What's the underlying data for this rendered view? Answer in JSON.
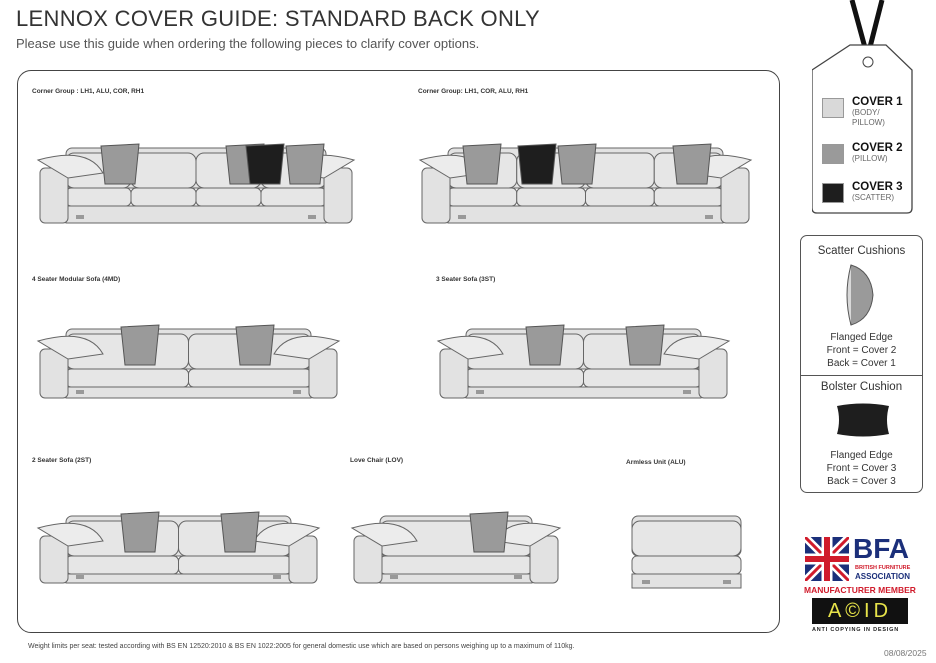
{
  "header": {
    "title": "LENNOX COVER GUIDE: STANDARD BACK ONLY",
    "subtitle": "Please use this guide when ordering the following pieces to clarify cover options."
  },
  "colors": {
    "cover1": "#d9d9d9",
    "cover2": "#9a9a9a",
    "cover3": "#1e1e1e"
  },
  "products": [
    {
      "label": "Corner Group : LH1, ALU, COR, RH1"
    },
    {
      "label": "Corner Group: LH1, COR, ALU, RH1"
    },
    {
      "label": "4 Seater Modular Sofa (4MD)"
    },
    {
      "label": "3 Seater Sofa (3ST)"
    },
    {
      "label": "2 Seater Sofa (2ST)"
    },
    {
      "label": "Love Chair (LOV)"
    },
    {
      "label": "Armless Unit (ALU)"
    }
  ],
  "covers": [
    {
      "name": "COVER 1",
      "desc": "(BODY/",
      "desc2": "PILLOW)"
    },
    {
      "name": "COVER 2",
      "desc": "(PILLOW)"
    },
    {
      "name": "COVER 3",
      "desc": "(SCATTER)"
    }
  ],
  "cushions": {
    "scatter_title": "Scatter Cushions",
    "scatter_l1": "Flanged Edge",
    "scatter_l2": "Front = Cover 2",
    "scatter_l3": "Back = Cover 1",
    "bolster_title": "Bolster Cushion",
    "bolster_l1": "Flanged Edge",
    "bolster_l2": "Front = Cover 3",
    "bolster_l3": "Back = Cover 3"
  },
  "logos": {
    "bfa": "BFA",
    "bfa_sub1": "BRITISH FURNITURE",
    "bfa_sub2": "ASSOCIATION",
    "member": "MANUFACTURER MEMBER",
    "acid": "A©ID",
    "acid_sub": "ANTI COPYING IN DESIGN"
  },
  "footnote": "Weight limits per seat: tested according with BS EN 12520:2010 & BS EN 1022:2005 for general domestic use which are based on persons weighing up to a maximum of 110kg.",
  "date": "08/08/2025"
}
